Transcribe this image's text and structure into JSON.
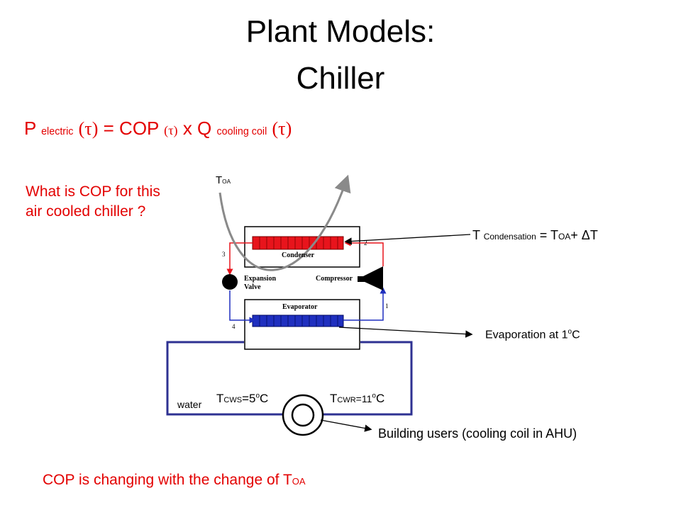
{
  "title": {
    "line1": "Plant Models:",
    "line2": "Chiller"
  },
  "formula": {
    "p": "P",
    "p_sub": "electric",
    "tau1": "(τ)",
    "eq": "= COP",
    "tau2": "(τ)",
    "x": "x Q",
    "q_sub": "cooling coil",
    "tau3": "(τ)"
  },
  "question": {
    "line1": "What is COP for this",
    "line2": "air cooled chiller ?"
  },
  "labels": {
    "toa_t": "T",
    "toa_sub": "OA",
    "tcond_t": "T",
    "tcond_sub": "Condensation",
    "tcond_eq": " = T",
    "tcond_sub2": "OA",
    "tcond_rest": "+ ΔT",
    "evap": "Evaporation at 1",
    "evap_sup": "o",
    "evap_c": "C",
    "water": "water",
    "tcws_t": "T",
    "tcws_sub": "CWS",
    "tcws_val": "=5",
    "tcws_sup": "o",
    "tcws_c": "C",
    "tcwr_t": "T",
    "tcwr_sub": "CWR",
    "tcwr_val": "=11",
    "tcwr_sup": "o",
    "tcwr_c": "C",
    "building": "Building users (cooling coil in AHU)"
  },
  "chiller": {
    "condenser": "Condenser",
    "evaporator": "Evaporator",
    "expansion1": "Expansion",
    "expansion2": "Valve",
    "compressor": "Compressor",
    "n1": "1",
    "n2": "2",
    "n3": "3",
    "n4": "4"
  },
  "bottom": {
    "text": "COP is changing with the change of T",
    "sub": "OA"
  },
  "colors": {
    "red_text": "#e30000",
    "loop_blue": "#2e3192",
    "condenser_red": "#e8141c",
    "evaporator_blue": "#1f2fbf",
    "curve_gray": "#8a8a8a"
  }
}
